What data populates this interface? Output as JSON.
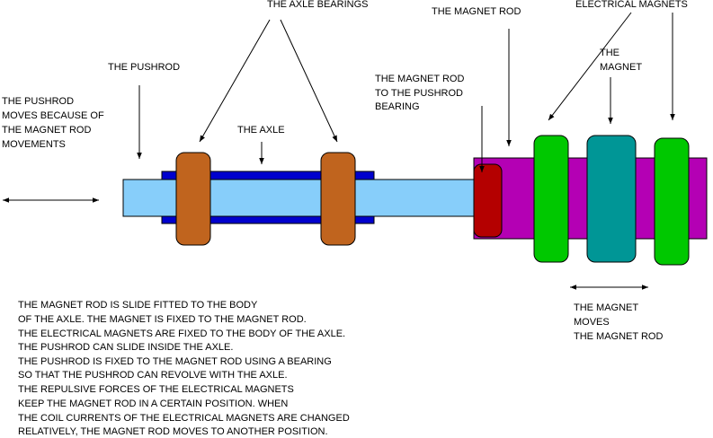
{
  "labels": {
    "axle_bearings": "THE AXLE BEARINGS",
    "magnet_rod": "THE MAGNET ROD",
    "electrical_magnets": "ELECTRICAL MAGNETS",
    "the_magnet": [
      "THE",
      "MAGNET"
    ],
    "pushrod": "THE PUSHROD",
    "pushrod_moves": [
      "THE PUSHROD",
      "MOVES BECAUSE OF",
      "THE MAGNET ROD",
      "MOVEMENTS"
    ],
    "magnet_rod_bearing": [
      "THE MAGNET ROD",
      "TO THE PUSHROD",
      "BEARING"
    ],
    "axle": "THE AXLE",
    "magnet_moves": [
      "THE MAGNET",
      "MOVES",
      "THE MAGNET ROD"
    ]
  },
  "description": [
    "THE MAGNET ROD IS SLIDE FITTED TO THE BODY",
    "OF THE AXLE. THE MAGNET IS FIXED TO THE MAGNET ROD.",
    "THE ELECTRICAL MAGNETS ARE FIXED TO THE BODY OF THE AXLE.",
    "THE PUSHROD CAN SLIDE INSIDE THE AXLE.",
    "THE PUSHROD IS FIXED TO THE MAGNET ROD USING A BEARING",
    "SO THAT THE PUSHROD CAN REVOLVE WITH THE AXLE.",
    "THE REPULSIVE FORCES OF THE ELECTRICAL MAGNETS",
    "KEEP THE MAGNET ROD IN A CERTAIN POSITION. WHEN",
    "THE COIL CURRENTS OF THE ELECTRICAL MAGNETS ARE CHANGED",
    "RELATIVELY, THE MAGNET ROD MOVES TO ANOTHER POSITION."
  ],
  "colors": {
    "pushrod": "#87cefa",
    "axle": "#0000cd",
    "bearing": "#c0641e",
    "magnet_rod": "#b400b4",
    "rod_bearing": "#b40000",
    "electrical_magnet": "#00c800",
    "magnet": "#009696"
  }
}
